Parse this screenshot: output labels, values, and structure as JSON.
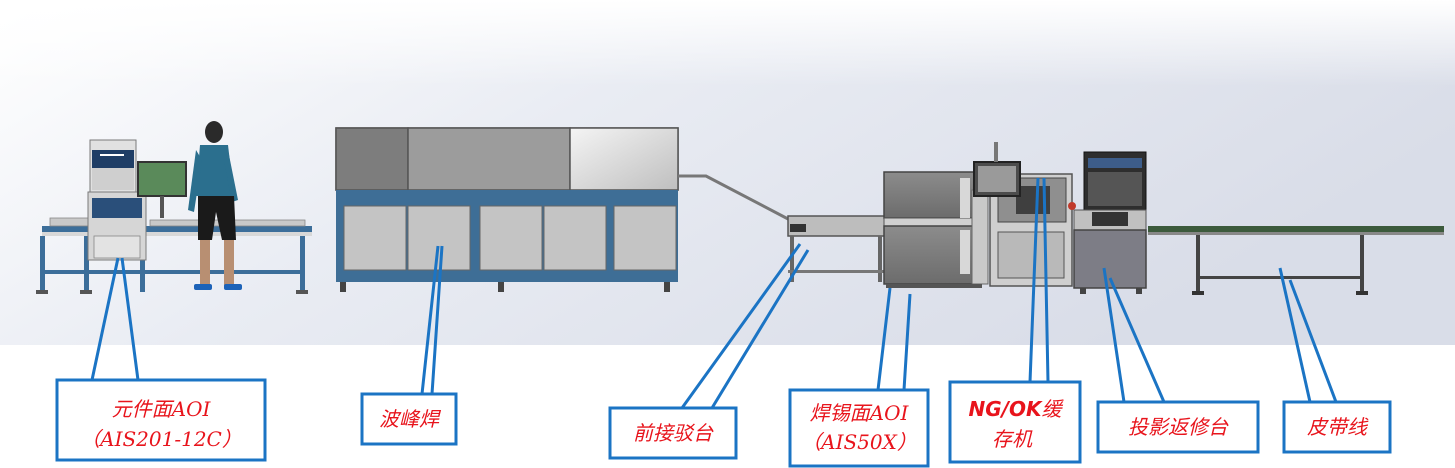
{
  "colors": {
    "label_text": "#e8141c",
    "callout_border": "#1b74c4",
    "machine_gray": "#8e8e8e",
    "frame_blue": "#3e6e96"
  },
  "labels": {
    "component_aoi": {
      "line1": "元件面AOI",
      "line2": "（AIS201-12C）"
    },
    "wave_solder": {
      "line1": "波峰焊"
    },
    "front_conveyor": {
      "line1": "前接驳台"
    },
    "solder_aoi": {
      "line1": "焊锡面AOI",
      "line2": "（AIS50X）"
    },
    "ng_ok_buffer": {
      "line1a": "NG/OK",
      "line1b": "缓",
      "line2": "存机"
    },
    "repair_station": {
      "line1": "投影返修台"
    },
    "belt_line": {
      "line1": "皮带线"
    }
  }
}
